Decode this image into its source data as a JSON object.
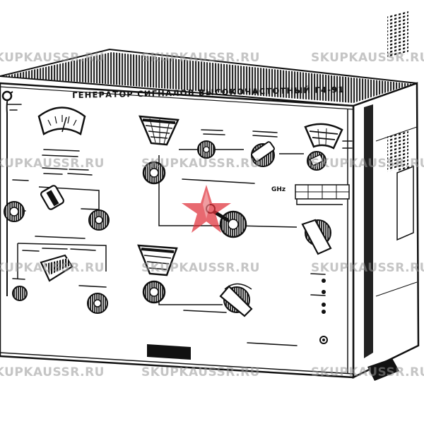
{
  "panel": {
    "title": "ГЕНЕРАТОР СИГНАЛОВ ВЫСОКОЧАСТОТНЫЙ Г4-91",
    "unit_label": "GHz"
  },
  "watermark": {
    "text": "SKUPKAUSSR.RU",
    "color": "#969696",
    "star_color": "#e0303a"
  },
  "colors": {
    "ink": "#111111",
    "paper": "#ffffff"
  }
}
